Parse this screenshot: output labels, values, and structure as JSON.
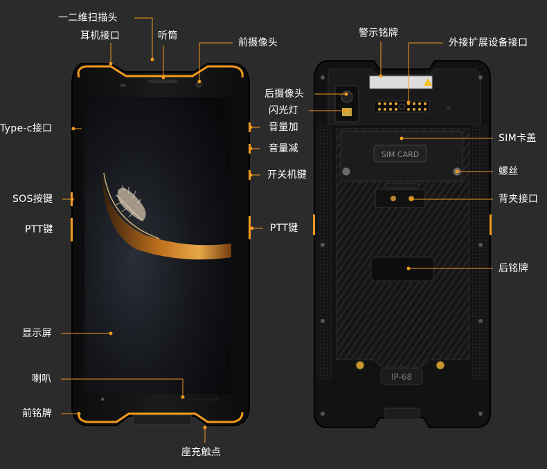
{
  "colors": {
    "background": "#2b2b2b",
    "accent": "#f39a1e",
    "body": "#141414"
  },
  "labels": {
    "scanner": "一二维扫描头",
    "earphone": "耳机接口",
    "receiver": "听筒",
    "front_camera": "前摄像头",
    "typec": "Type-c接口",
    "sos": "SOS按键",
    "ptt_left": "PTT键",
    "display": "显示屏",
    "speaker": "喇叭",
    "front_nameplate": "前铭牌",
    "charging_contacts": "座充触点",
    "volume_up": "音量加",
    "volume_down": "音量减",
    "power": "开关机键",
    "ptt_right": "PTT键",
    "warning_label": "警示铭牌",
    "ext_port": "外接扩展设备接口",
    "rear_camera": "后摄像头",
    "flash": "闪光灯",
    "sim_cover": "SIM卡盖",
    "screw": "螺丝",
    "back_clip_port": "背夹接口",
    "rear_nameplate": "后铭牌"
  },
  "device_marks": {
    "sim_card": "SIM CARD",
    "ip_rating": "IP-68"
  }
}
